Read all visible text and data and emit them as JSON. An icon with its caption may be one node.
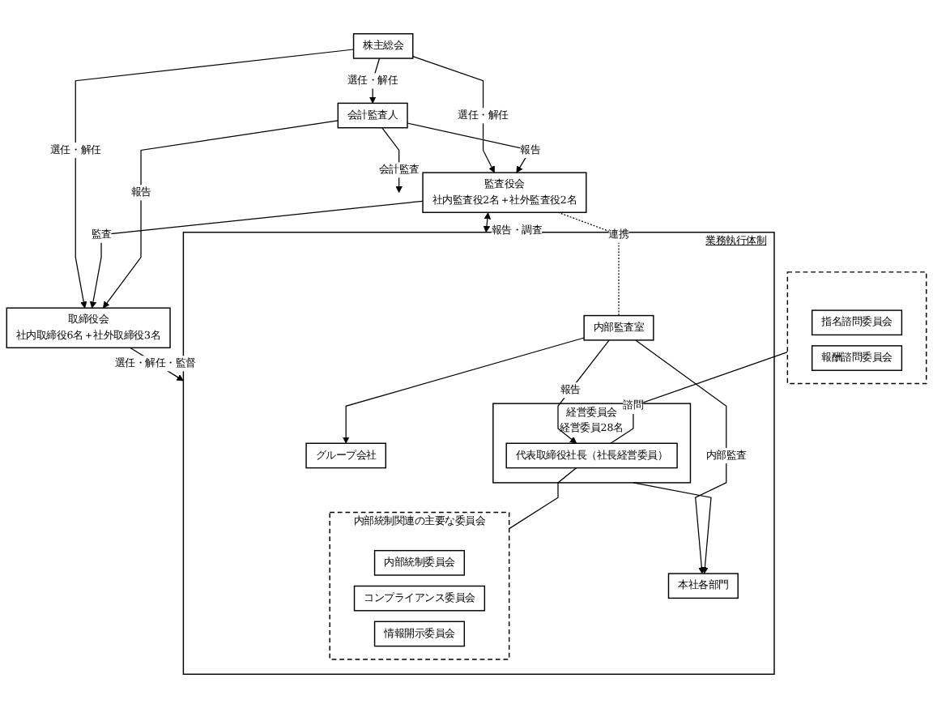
{
  "diagram": {
    "nodes": [
      {
        "text": [
          "株主総会"
        ]
      },
      {
        "text": [
          "監査役会",
          "社内監査役2名＋社外監査役2名"
        ]
      },
      {
        "text": [
          "取締役会",
          "社内取締役6名＋社外取締役3名"
        ]
      },
      {
        "text": [
          "会計監査人"
        ]
      },
      {
        "text": [
          "業務執行体制"
        ]
      },
      {
        "text": [
          "経営委員会",
          "経営委員28名"
        ],
        "in": 4
      },
      {
        "text": [
          "代表取締役社長（社長経営委員）"
        ],
        "in": 5
      },
      {
        "text": [],
        "shape": "box"
      },
      {
        "text": [
          "指名諮問委員会"
        ],
        "in": 7
      },
      {
        "text": [
          "報酬諮問委員会"
        ],
        "in": 7
      },
      {
        "text": [
          "内部統制関連の主要な委員会"
        ],
        "in": 4
      },
      {
        "text": [
          "内部統制委員会"
        ],
        "in": 10
      },
      {
        "text": [
          "コンプライアンス委員会"
        ],
        "in": 10
      },
      {
        "text": [
          "情報開示委員会"
        ],
        "in": 10
      },
      {
        "text": [
          "内部監査室"
        ],
        "in": 4
      },
      {
        "text": [
          "本社各部門"
        ],
        "in": 4
      },
      {
        "text": [
          "グループ会社"
        ],
        "in": 4
      }
    ],
    "edges": [
      {
        "from": 0,
        "to": 1,
        "arrow": "to",
        "label": "選任・解任"
      },
      {
        "from": 0,
        "to": 2,
        "arrow": "to",
        "label": "選任・解任"
      },
      {
        "from": 0,
        "to": 3,
        "arrow": "to",
        "label": "選任・解任"
      },
      {
        "from": 1,
        "to": 2,
        "arrow": "to",
        "label": "監査"
      },
      {
        "from": 3,
        "to": 2,
        "arrow": "to",
        "label": "報告"
      },
      {
        "from": 3,
        "to": 1,
        "arrow": "to",
        "label": "報告"
      },
      {
        "from": 2,
        "to": 4,
        "arrow": "to",
        "label": "選任・解任・監督"
      },
      {
        "from": 3,
        "to": 4,
        "arrow": "to",
        "label": "会計監査"
      },
      {
        "from": 1,
        "to": 4,
        "arrow": "both",
        "label": "報告・調査"
      },
      {
        "from": 7,
        "to": 6,
        "arrow": "none",
        "label": "諮問"
      },
      {
        "from": 6,
        "to": 10,
        "arrow": "none"
      },
      {
        "from": 14,
        "to": 6,
        "arrow": "to",
        "label": "報告"
      },
      {
        "from": 5,
        "to": 15,
        "arrow": "to"
      },
      {
        "from": 14,
        "to": 15,
        "arrow": "to",
        "label": "内部監査"
      },
      {
        "from": 14,
        "to": 16,
        "arrow": "to"
      },
      {
        "from": 1,
        "to": 14,
        "arrow": "none",
        "label": "連携",
        "style": "dashed"
      }
    ]
  }
}
